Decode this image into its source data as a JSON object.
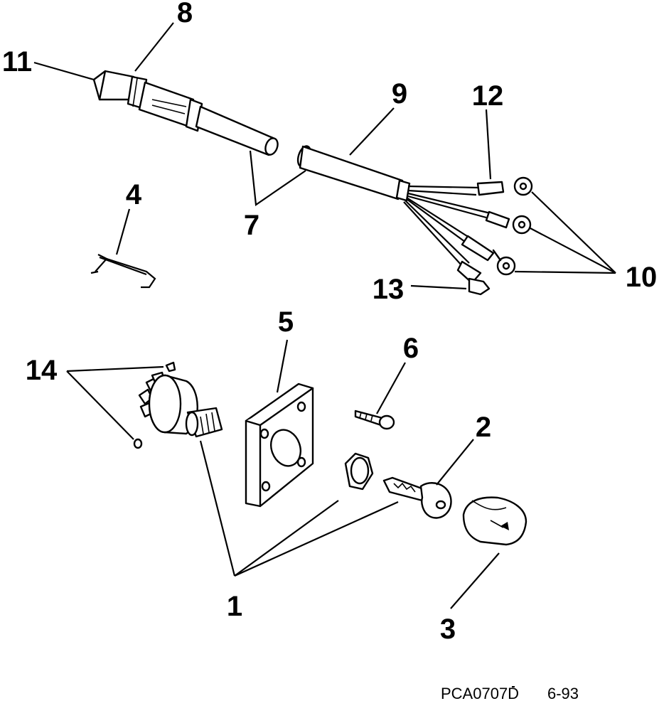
{
  "callouts": {
    "c1": "1",
    "c2": "2",
    "c3": "3",
    "c4": "4",
    "c5": "5",
    "c6": "6",
    "c7": "7",
    "c8": "8",
    "c9": "9",
    "c10": "10",
    "c11": "11",
    "c12": "12",
    "c13": "13",
    "c14": "14"
  },
  "caption": {
    "code": "PCA0707D",
    "date": "6-93"
  },
  "colors": {
    "ink": "#000000",
    "paper": "#ffffff"
  }
}
